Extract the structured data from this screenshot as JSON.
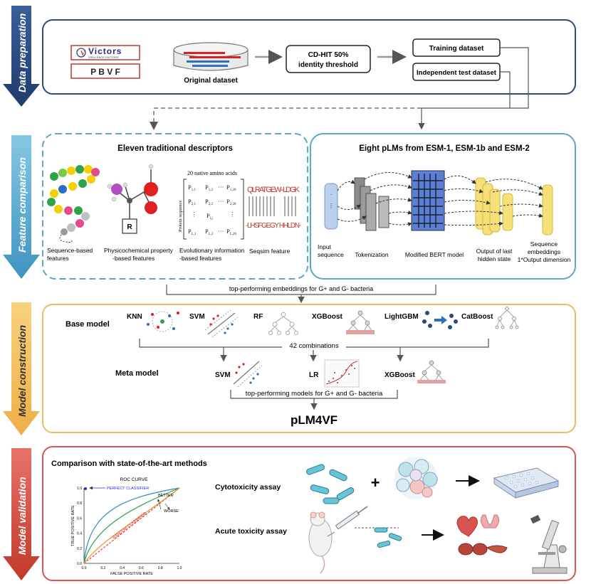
{
  "stages": {
    "data_preparation": "Data preparation",
    "feature_comparison": "Feature comparison",
    "model_construction": "Model construction",
    "model_validation": "Model validation"
  },
  "colors": {
    "prep": "#2a4a7c",
    "feature": "#5aa9cc",
    "construction": "#f0b860",
    "validation": "#d9534f"
  },
  "data_prep": {
    "logo_victors": "Victors",
    "logo_victors_sub": "VIRULENCE FACTORS",
    "logo_pbvf": "P B V F",
    "original_dataset": "Original dataset",
    "cdhit_line1": "CD-HIT 50%",
    "cdhit_line2": "identity threshold",
    "training": "Training dataset",
    "independent": "Independent test dataset"
  },
  "feature": {
    "left_title": "Eleven traditional descriptors",
    "seq_feat_1": "Sequence-based",
    "seq_feat_2": "features",
    "phys_1": "Physicochemical property",
    "phys_2": "-based features",
    "evo_1": "Evolutionary information",
    "evo_2": "-based features",
    "seqsim": "Seqsim feature",
    "aa_header": "20 native amino acids",
    "aa_side": "Protein sequence",
    "seqsim_top": "QLRATGEW--LDGK",
    "seqsim_bottom": "-LHSFGEGY HHLDN-",
    "right_title": "Eight pLMs from ESM-1, ESM-1b and ESM-2",
    "input_1": "Input",
    "input_2": "sequence",
    "tokenization": "Tokenization",
    "bert": "Modified BERT model",
    "last_1": "Output of last",
    "last_2": "hidden state",
    "emb_1": "Sequence",
    "emb_2": "embeddings",
    "emb_3": "1*Output dimension",
    "merge": "top-performing embeddings for G+ and G- bacteria"
  },
  "construction": {
    "base_model": "Base model",
    "knn": "KNN",
    "svm": "SVM",
    "rf": "RF",
    "xgboost": "XGBoost",
    "lightgbm": "LightGBM",
    "catboost": "CatBoost",
    "combinations": "42 combinations",
    "meta_model": "Meta model",
    "meta_svm": "SVM",
    "meta_lr": "LR",
    "meta_xgb": "XGBoost",
    "top_models": "top-performing models for G+ and G- bacteria",
    "result": "pLM4VF"
  },
  "validation": {
    "title": "Comparison with state-of-the-art methods",
    "cyto": "Cytotoxicity assay",
    "acute": "Acute toxicity assay",
    "roc_title": "ROC CURVE",
    "perfect": "PERFECT CLASSIFIER",
    "random": "RANDOM CLASSIFIER",
    "better": "BETTER",
    "worse": "WORSE",
    "xlabel": "FALSE POSITIVE RATE",
    "ylabel": "TRUE POSITIVE RATE",
    "xticks": [
      "0.0",
      "0.2",
      "0.4",
      "0.6",
      "0.8",
      "1.0"
    ],
    "yticks": [
      "0.0",
      "0.2",
      "0.4",
      "0.6",
      "0.8",
      "1.0"
    ],
    "plus": "+"
  }
}
